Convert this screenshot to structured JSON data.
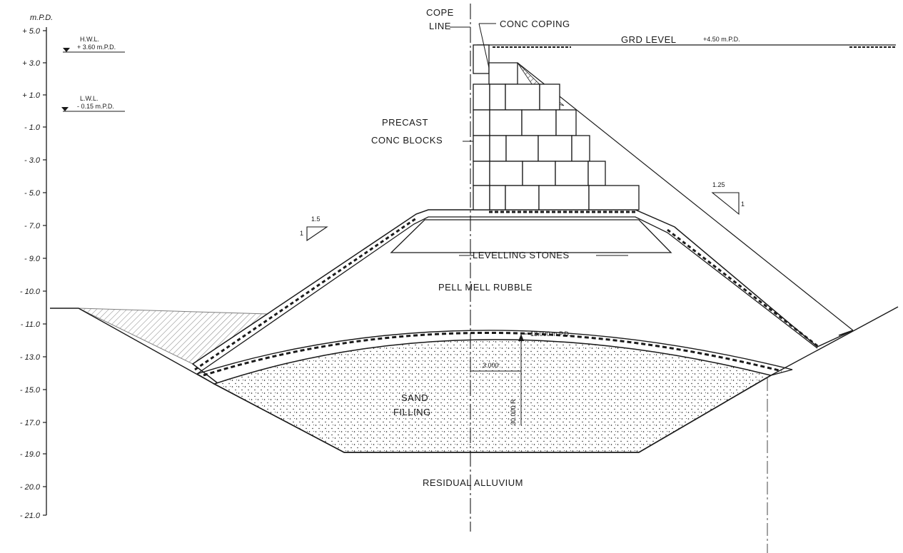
{
  "axis": {
    "unit": "m.P.D.",
    "ticks": [
      "+ 5.0",
      "+ 3.0",
      "+ 1.0",
      "- 1.0",
      "- 3.0",
      "- 5.0",
      "- 7.0",
      "- 9.0",
      "- 10.0",
      "- 11.0",
      "- 13.0",
      "- 15.0",
      "- 17.0",
      "- 19.0",
      "- 20.0",
      "- 21.0"
    ]
  },
  "water_levels": {
    "hwl_label": "H.W.L.",
    "hwl_value": "+ 3.60 m.P.D.",
    "lwl_label": "L.W.L.",
    "lwl_value": "- 0.15 m.P.D."
  },
  "labels": {
    "cope_line_1": "COPE",
    "cope_line_2": "LINE",
    "conc_coping": "CONC COPING",
    "grd_level": "GRD LEVEL",
    "grd_level_value": "+4.50 m.P.D.",
    "precast_1": "PRECAST",
    "precast_2": "CONC BLOCKS",
    "levelling_stones": "LEVELLING STONES",
    "pell_mell_rubble": "PELL MELL RUBBLE",
    "sand_1": "SAND",
    "sand_2": "FILLING",
    "residual_alluvium": "RESIDUAL ALLUVIUM",
    "level_13": "-13.000 m.P.D.",
    "dim_3000": "3.000",
    "dim_radius": "30.000 R",
    "slope_left": "1.5",
    "slope_left_unit": "1",
    "slope_right": "1.25",
    "slope_right_unit": "1"
  },
  "colors": {
    "ink": "#1a1a1a",
    "paper": "#ffffff"
  }
}
